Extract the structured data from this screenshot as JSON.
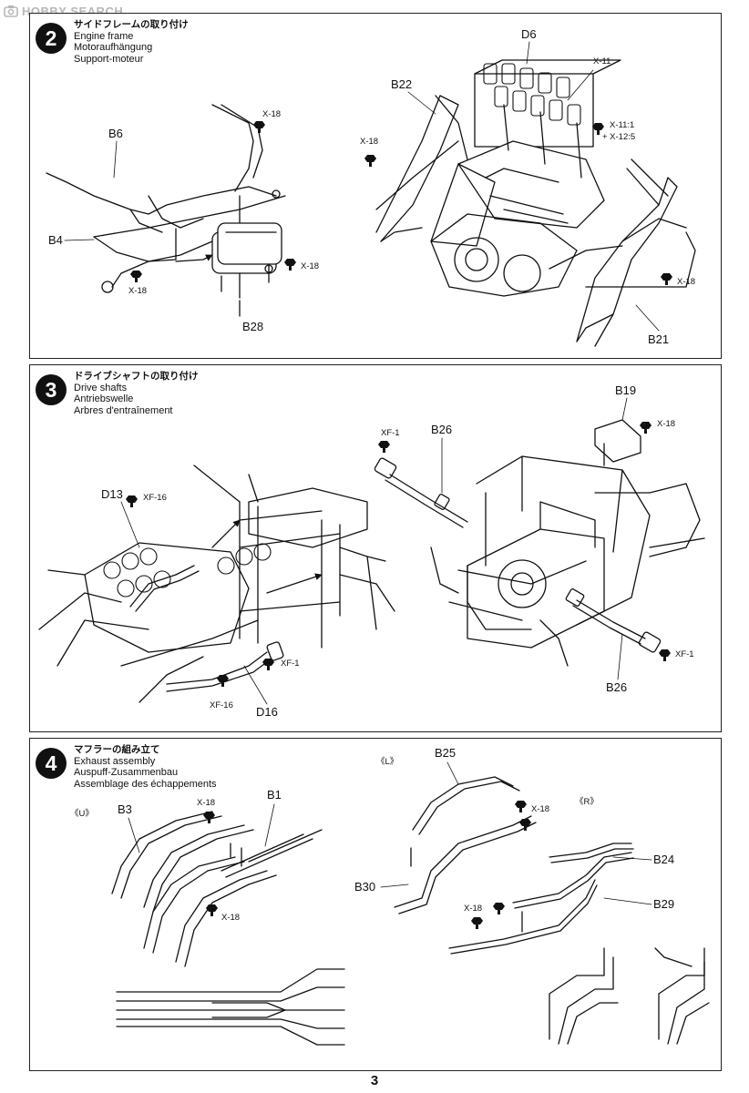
{
  "watermark": "HOBBY SEARCH",
  "page_number": "3",
  "steps": [
    {
      "number": "2",
      "title_jp": "サイドフレームの取り付け",
      "title_en": "Engine frame",
      "title_de": "Motoraufhängung",
      "title_fr": "Support-moteur",
      "labels": {
        "b6": "B6",
        "b4": "B4",
        "b28": "B28",
        "b22": "B22",
        "d6": "D6",
        "b21": "B21",
        "x18": "X-18",
        "x11": "X-11",
        "x11_1": "X-11:1",
        "x12_5": "+ X-12:5"
      }
    },
    {
      "number": "3",
      "title_jp": "ドライブシャフトの取り付け",
      "title_en": "Drive shafts",
      "title_de": "Antriebswelle",
      "title_fr": "Arbres d'entraînement",
      "labels": {
        "d13": "D13",
        "d16": "D16",
        "b19": "B19",
        "b26": "B26",
        "xf16": "XF-16",
        "xf1": "XF-1",
        "x18": "X-18"
      }
    },
    {
      "number": "4",
      "title_jp": "マフラーの組み立て",
      "title_en": "Exhaust assembly",
      "title_de": "Auspuff-Zusammenbau",
      "title_fr": "Assemblage des échappements",
      "labels": {
        "u": "《U》",
        "l": "《L》",
        "r": "《R》",
        "b3": "B3",
        "b1": "B1",
        "b25": "B25",
        "b30": "B30",
        "b24": "B24",
        "b29": "B29",
        "x18": "X-18"
      }
    }
  ]
}
